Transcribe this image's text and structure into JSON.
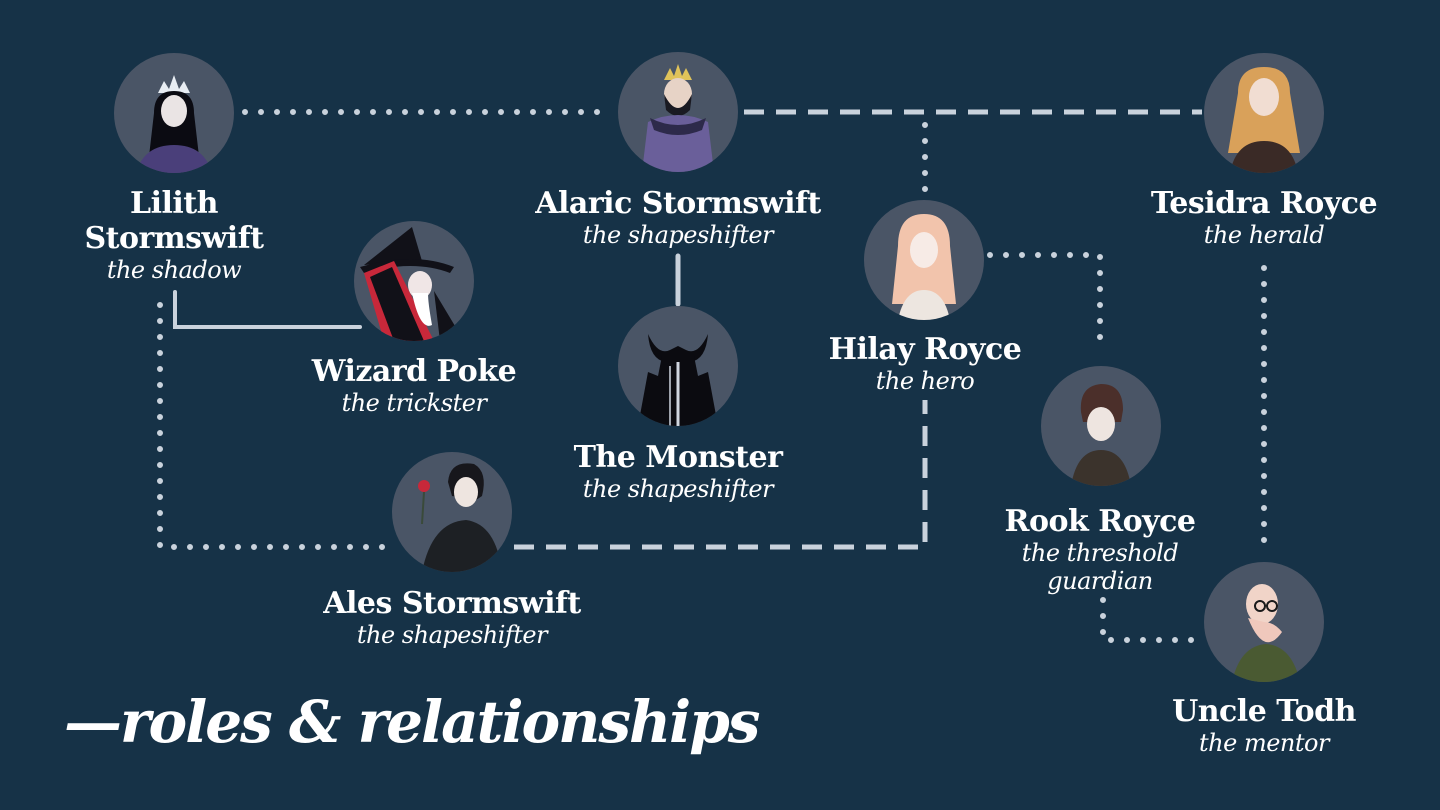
{
  "title": "—roles & relationships",
  "colors": {
    "background": "#163247",
    "line": "#c9d2dc",
    "portrait_bg": "#4a5566"
  },
  "characters": {
    "lilith": {
      "name1": "Lilith",
      "name2": "Stormswift",
      "role": "the shadow"
    },
    "alaric": {
      "name": "Alaric Stormswift",
      "role": "the shapeshifter"
    },
    "tesidra": {
      "name": "Tesidra Royce",
      "role": "the herald"
    },
    "wizard": {
      "name": "Wizard Poke",
      "role": "the trickster"
    },
    "monster": {
      "name": "The Monster",
      "role": "the shapeshifter"
    },
    "hilay": {
      "name": "Hilay Royce",
      "role": "the hero"
    },
    "rook": {
      "name": "Rook Royce",
      "role1": "the threshold",
      "role2": "guardian"
    },
    "ales": {
      "name": "Ales Stormswift",
      "role": "the shapeshifter"
    },
    "todh": {
      "name": "Uncle Todh",
      "role": "the mentor"
    }
  },
  "links": [
    {
      "from": "Lilith Stormswift",
      "to": "Alaric Stormswift",
      "style": "dotted"
    },
    {
      "from": "Alaric Stormswift",
      "to": "Tesidra Royce",
      "style": "dashed"
    },
    {
      "from": "Alaric Stormswift",
      "to": "The Monster",
      "style": "solid"
    },
    {
      "from": "Lilith Stormswift",
      "to": "Wizard Poke",
      "style": "solid"
    },
    {
      "from": "Lilith Stormswift",
      "to": "Ales Stormswift",
      "style": "dotted"
    },
    {
      "from": "Ales Stormswift",
      "to": "Hilay Royce",
      "style": "dashed"
    },
    {
      "from": "Hilay Royce",
      "to": "Alaric Stormswift",
      "style": "dotted"
    },
    {
      "from": "Hilay Royce",
      "to": "Rook Royce",
      "style": "dotted"
    },
    {
      "from": "Rook Royce",
      "to": "Uncle Todh",
      "style": "dotted"
    },
    {
      "from": "Tesidra Royce",
      "to": "Uncle Todh",
      "style": "dotted"
    }
  ]
}
